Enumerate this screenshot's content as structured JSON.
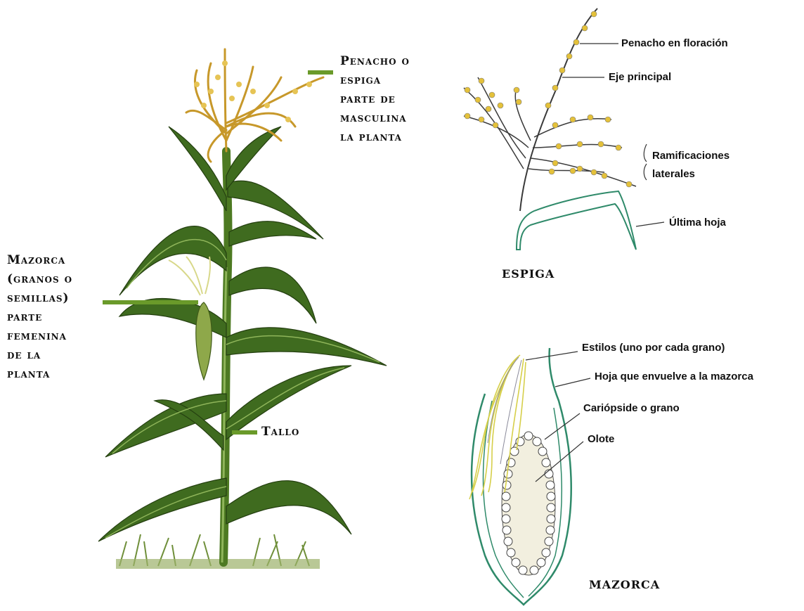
{
  "plant": {
    "tassel_label": [
      "Penacho o",
      "espiga",
      "parte de",
      "masculina",
      "la planta"
    ],
    "ear_label": [
      "Mazorca",
      "(granos o",
      "semillas)",
      "parte",
      "femenina",
      "de la",
      "planta"
    ],
    "stem_label": "Tallo"
  },
  "espiga": {
    "caption": "ESPIGA",
    "flowering_label": "Penacho en floración",
    "main_axis_label": "Eje principal",
    "branches_label": [
      "Ramificaciones",
      "laterales"
    ],
    "last_leaf_label": "Última hoja"
  },
  "mazorca": {
    "caption": "MAZORCA",
    "styles_label": "Estilos (uno por cada grano)",
    "husk_label": "Hoja que envuelve a la mazorca",
    "kernel_label": "Cariópside o grano",
    "cob_label": "Olote"
  },
  "colors": {
    "leaf": "#3f6b1f",
    "leaf_light": "#6f9a35",
    "tassel": "#d9b23a",
    "pointer_green": "#6a9a2a",
    "outline_green": "#2f8a6a"
  }
}
